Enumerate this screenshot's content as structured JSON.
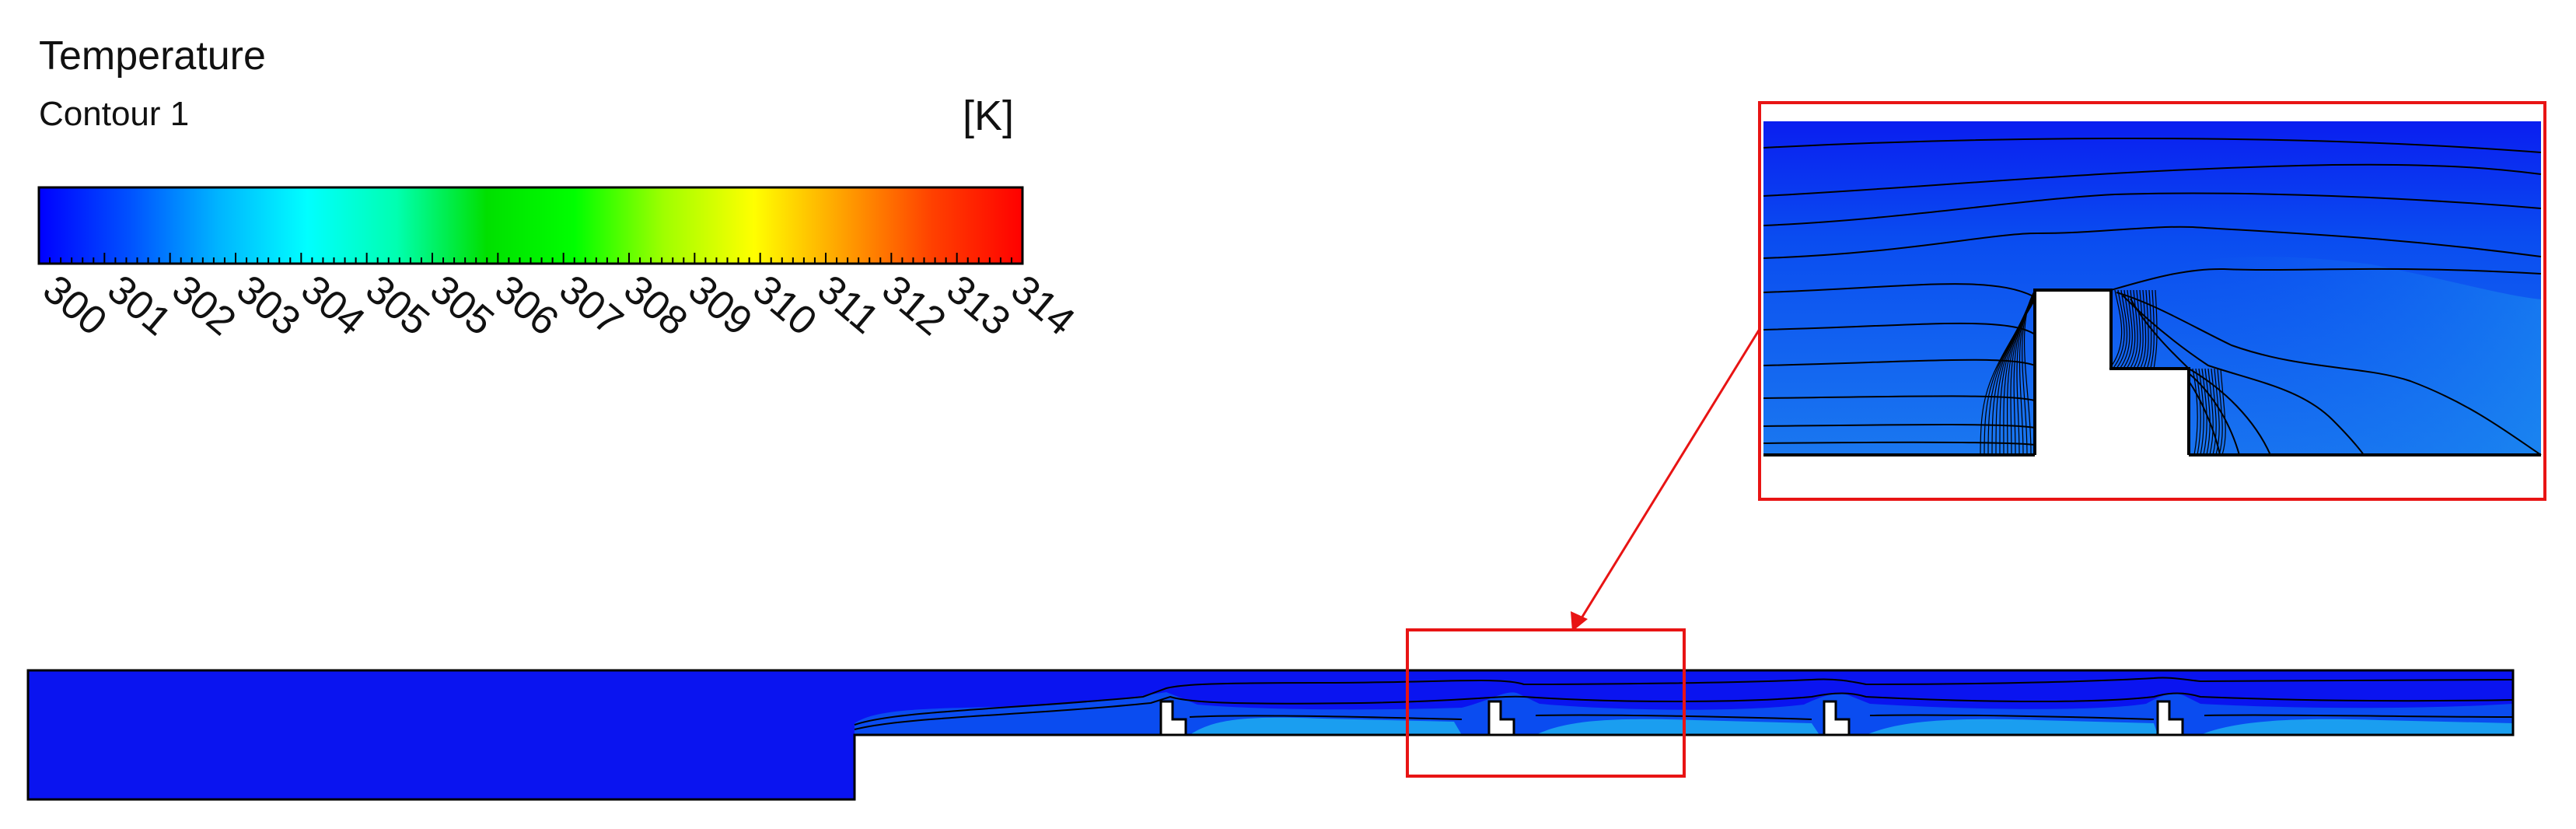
{
  "legend": {
    "title": "Temperature",
    "subtitle": "Contour 1",
    "unit": "[K]",
    "ticks": [
      "300",
      "301",
      "302",
      "303",
      "304",
      "305",
      "305",
      "306",
      "307",
      "308",
      "309",
      "310",
      "311",
      "312",
      "313",
      "314"
    ],
    "colormap": [
      "#0000ff",
      "#0050ff",
      "#00b4ff",
      "#00ffff",
      "#00ffb0",
      "#00e000",
      "#00ff00",
      "#a0ff00",
      "#ffff00",
      "#ffa000",
      "#ff4000",
      "#ff0000"
    ]
  },
  "colors": {
    "cold": "#0a14f0",
    "flow_mid": "#0a4cf0",
    "flow_warm": "#1aa6f0",
    "highlight_box": "#e81414"
  }
}
